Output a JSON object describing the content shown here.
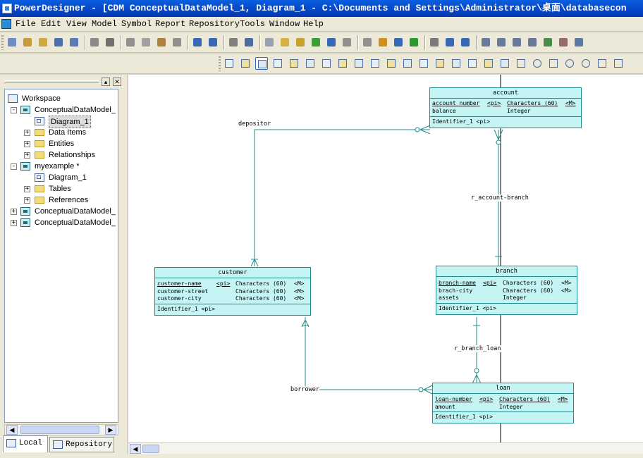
{
  "window": {
    "title": "PowerDesigner - [CDM ConceptualDataModel_1, Diagram_1 - C:\\Documents and Settings\\Administrator\\桌面\\databasecon"
  },
  "menu": [
    "File",
    "Edit",
    "View",
    "Model",
    "Symbol",
    "Report",
    "Repository",
    "Tools",
    "Window",
    "Help"
  ],
  "toolbar1": [
    "new-icon",
    "open-model-icon",
    "open-icon",
    "save-icon",
    "save-all-icon",
    "print-preview-icon",
    "print-icon",
    "cut-icon",
    "copy-icon",
    "paste-icon",
    "delete-icon",
    "undo-icon",
    "redo-icon",
    "check-model-icon",
    "generate-icon",
    "browse-icon",
    "folder-open-icon",
    "folder-icon",
    "refresh-icon",
    "properties-icon",
    "list-icon",
    "list2-icon",
    "pen-icon",
    "link-icon",
    "text-style-icon",
    "folder-dark-icon",
    "back-icon",
    "forward-icon",
    "window1-icon",
    "window2-icon",
    "window3-icon",
    "window4-icon",
    "report-icon",
    "exit-icon",
    "layout-icon"
  ],
  "toolbar2": [
    "pointer-icon",
    "grabber-icon",
    "zoom-in-icon",
    "zoom-out-icon",
    "zoom-icon",
    "open-diagram-icon",
    "cut-icon",
    "package-icon",
    "entity-icon",
    "relationship-icon",
    "inheritance-icon",
    "association-icon",
    "association-link-icon",
    "file-icon",
    "note-icon",
    "link-icon",
    "title-icon",
    "text-icon",
    "line-icon",
    "arc-icon",
    "rectangle-icon",
    "ellipse-icon",
    "rounded-rect-icon",
    "polyline-icon",
    "polygon-icon"
  ],
  "explorer": {
    "tabs": [
      "Local",
      "Repository"
    ],
    "tree": [
      {
        "label": "Workspace",
        "level": 0,
        "icon": "workspace",
        "expander": ""
      },
      {
        "label": "ConceptualDataModel_",
        "level": 1,
        "icon": "model",
        "expander": "-"
      },
      {
        "label": "Diagram_1",
        "level": 2,
        "icon": "diagram",
        "expander": "",
        "selected": true
      },
      {
        "label": "Data Items",
        "level": 2,
        "icon": "folder",
        "expander": "+"
      },
      {
        "label": "Entities",
        "level": 2,
        "icon": "folder",
        "expander": "+"
      },
      {
        "label": "Relationships",
        "level": 2,
        "icon": "folder",
        "expander": "+"
      },
      {
        "label": "myexample *",
        "level": 1,
        "icon": "model",
        "expander": "-"
      },
      {
        "label": "Diagram_1",
        "level": 2,
        "icon": "diagram",
        "expander": ""
      },
      {
        "label": "Tables",
        "level": 2,
        "icon": "folder",
        "expander": "+"
      },
      {
        "label": "References",
        "level": 2,
        "icon": "folder",
        "expander": "+"
      },
      {
        "label": "ConceptualDataModel_",
        "level": 1,
        "icon": "model",
        "expander": "+"
      },
      {
        "label": "ConceptualDataModel_",
        "level": 1,
        "icon": "model",
        "expander": "+"
      }
    ]
  },
  "entities": {
    "account": {
      "name": "account",
      "attributes": [
        {
          "name": "account_number",
          "pi": "<pi>",
          "type": "Characters (60)",
          "m": "<M>",
          "pk": true
        },
        {
          "name": "balance",
          "pi": "",
          "type": "Integer",
          "m": "",
          "pk": false
        }
      ],
      "identifier": "Identifier_1  <pi>"
    },
    "customer": {
      "name": "customer",
      "attributes": [
        {
          "name": "customer-name",
          "pi": "<pi>",
          "type": "Characters (60)",
          "m": "<M>",
          "pk": true
        },
        {
          "name": "customer-street",
          "pi": "",
          "type": "Characters (60)",
          "m": "<M>",
          "pk": false
        },
        {
          "name": "customer-city",
          "pi": "",
          "type": "Characters (60)",
          "m": "<M>",
          "pk": false
        }
      ],
      "identifier": "Identifier_1  <pi>"
    },
    "branch": {
      "name": "branch",
      "attributes": [
        {
          "name": "branch-name",
          "pi": "<pi>",
          "type": "Characters (60)",
          "m": "<M>",
          "pk": true
        },
        {
          "name": "brach-city",
          "pi": "",
          "type": "Characters (60)",
          "m": "<M>",
          "pk": false
        },
        {
          "name": "assets",
          "pi": "",
          "type": "Integer",
          "m": "",
          "pk": false
        }
      ],
      "identifier": "Identifier_1  <pi>"
    },
    "loan": {
      "name": "loan",
      "attributes": [
        {
          "name": "loan-number",
          "pi": "<pi>",
          "type": "Characters (60)",
          "m": "<M>",
          "pk": true
        },
        {
          "name": "amount",
          "pi": "",
          "type": "Integer",
          "m": "",
          "pk": false
        }
      ],
      "identifier": "Identifier_1  <pi>"
    }
  },
  "relationships": {
    "depositor": "depositor",
    "account_branch": "r_account-branch",
    "branch_loan": "r_branch_loan",
    "borrower": "borrower"
  },
  "colors": {
    "entity_fill": "#c4f4f4",
    "entity_border": "#228b8b",
    "line": "#228b8b"
  }
}
